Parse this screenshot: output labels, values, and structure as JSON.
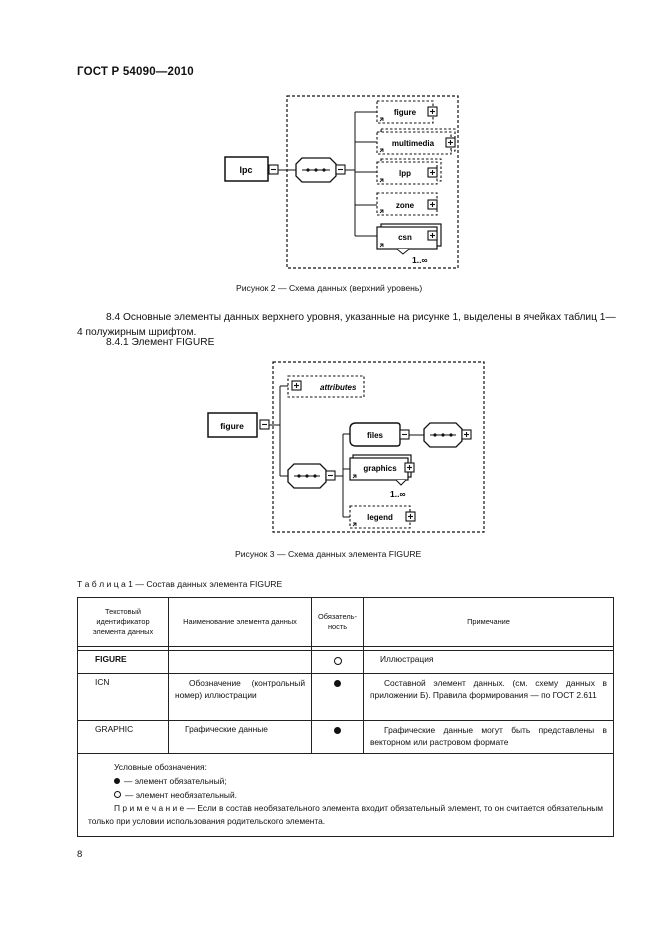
{
  "header": {
    "title": "ГОСТ Р 54090—2010"
  },
  "figure2": {
    "root_label": "lpc",
    "items": [
      "figure",
      "multimedia",
      "lpp",
      "zone",
      "csn"
    ],
    "multiplicity": "1..∞",
    "caption": "Рисунок 2 — Схема данных (верхний уровень)"
  },
  "paragraph_8_4": "8.4  Основные элементы данных верхнего уровня, указанные на рисунке 1, выделены в ячейках таблиц 1—4 полужирным шрифтом.",
  "heading_8_4_1": "8.4.1  Элемент FIGURE",
  "figure3": {
    "root_label": "figure",
    "attributes_label": "attributes",
    "items": [
      "files",
      "graphics",
      "legend"
    ],
    "multiplicity": "1..∞",
    "caption": "Рисунок 3 — Схема данных элемента FIGURE"
  },
  "table1": {
    "caption": "Т а б л и ц а  1 — Состав данных элемента FIGURE",
    "headers": [
      "Текстовый идентификатор элемента данных",
      "Наименование элемента данных",
      "Обязатель-ность",
      "Примечание"
    ],
    "rows": [
      {
        "id": "FIGURE",
        "name": "",
        "mandatory": "optional",
        "note": "Иллюстрация"
      },
      {
        "id": "ICN",
        "name": "Обозначение (контрольный номер) иллюстрации",
        "mandatory": "required",
        "note": "Составной элемент данных. (см. схему данных в приложении Б). Правила формирования — по ГОСТ 2.611"
      },
      {
        "id": "GRAPHIC",
        "name": "Графические данные",
        "mandatory": "required",
        "note": "Графические данные могут быть представлены в векторном или растровом формате"
      }
    ],
    "legend_title": "Условные обозначения:",
    "legend_required": "— элемент обязательный;",
    "legend_optional": "— элемент необязательный.",
    "legend_note": "П р и м е ч а н и е —  Если в состав необязательного элемента входит обязательный элемент, то он считается обязательным только при условии использования родительского элемента."
  },
  "page_number": "8"
}
